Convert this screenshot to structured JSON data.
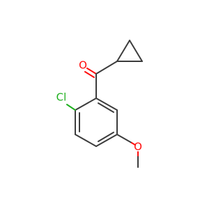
{
  "molecule": {
    "atoms": {
      "carbonyl_oxygen": {
        "symbol": "O",
        "color": "#ff0d0d"
      },
      "chlorine": {
        "symbol": "Cl",
        "color": "#1fb01f"
      },
      "methoxy_oxygen": {
        "symbol": "O",
        "color": "#ff0d0d"
      }
    },
    "bond_color": "#3c3c3c"
  }
}
